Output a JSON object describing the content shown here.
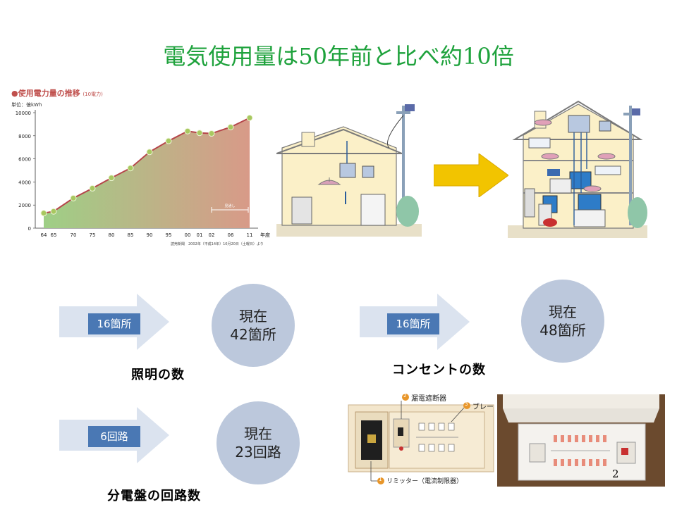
{
  "slide": {
    "title": "電気使用量は50年前と比べ約10倍",
    "page_number": "2"
  },
  "chart_data": {
    "type": "area",
    "title": "●使用電力量の推移",
    "title_note": "(10電力)",
    "unit_label": "単位：億kWh",
    "x": [
      "64",
      "65",
      "70",
      "75",
      "80",
      "85",
      "90",
      "95",
      "00",
      "01",
      "02",
      "06",
      "11"
    ],
    "xlabel": "年度",
    "values": [
      1300,
      1450,
      2600,
      3450,
      4350,
      5200,
      6600,
      7550,
      8400,
      8250,
      8200,
      8750,
      9550
    ],
    "yticks": [
      0,
      2000,
      4000,
      6000,
      8000,
      10000
    ],
    "ylim": [
      0,
      10000
    ],
    "annotation": "見通し",
    "source": "読売新聞　2002年（平成14年）10月20日（土曜日）より",
    "colors": {
      "line": "#b5454a",
      "fill_left": "#9ecf86",
      "fill_right": "#d89a88"
    }
  },
  "rows": [
    {
      "from_label": "16箇所",
      "now_line1": "現在",
      "now_line2": "42箇所",
      "caption": "照明の数"
    },
    {
      "from_label": "16箇所",
      "now_line1": "現在",
      "now_line2": "48箇所",
      "caption": "コンセントの数"
    },
    {
      "from_label": "6回路",
      "now_line1": "現在",
      "now_line2": "23回路",
      "caption": "分電盤の回路数"
    }
  ],
  "panel_labels": {
    "leak_breaker": "漏電遮断器",
    "breaker": "ブレー",
    "limiter": "リミッター（電流制限器）",
    "n1": "1",
    "n2": "2",
    "n3": "3"
  },
  "colors": {
    "title": "#1ea23c",
    "arrow_body": "#dbe3ef",
    "label_box": "#4a78b4",
    "circle": "#bcc8dc",
    "yellow_arrow": "#f2c400"
  }
}
